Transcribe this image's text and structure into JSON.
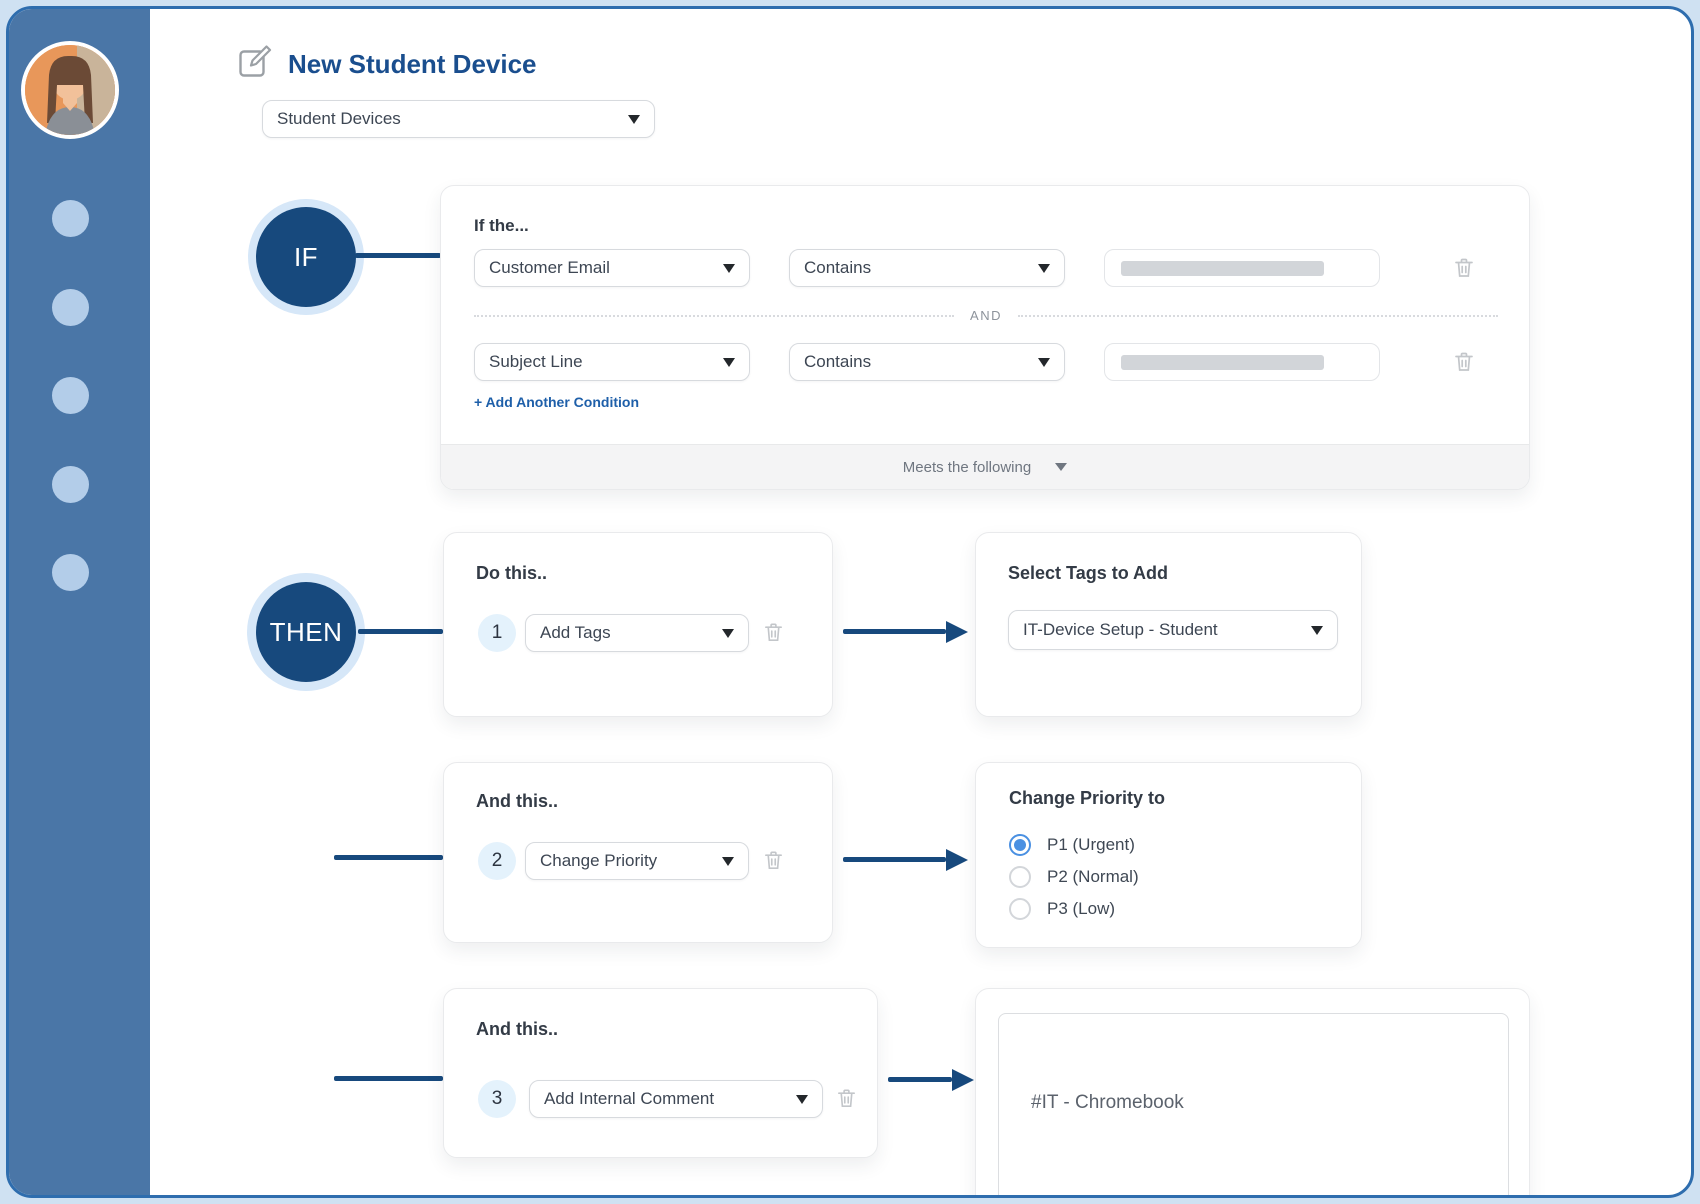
{
  "header": {
    "title": "New Student Device",
    "title_icon": "edit-compose-icon"
  },
  "ruleset_select": {
    "value": "Student Devices"
  },
  "sidebar": {
    "avatar": "user-avatar-photo",
    "nav_dots": 5
  },
  "if_block": {
    "node_label": "IF",
    "card_title": "If the...",
    "conditions": [
      {
        "field": "Customer Email",
        "operator": "Contains",
        "value_placeholder": ""
      },
      {
        "field": "Subject Line",
        "operator": "Contains",
        "value_placeholder": ""
      }
    ],
    "conjunction": "AND",
    "add_condition_label": "+ Add Another Condition",
    "footer_match_select": "Meets the following"
  },
  "then_block": {
    "node_label": "THEN",
    "actions": [
      {
        "num": "1",
        "title": "Do this..",
        "action": "Add Tags"
      },
      {
        "num": "2",
        "title": "And this..",
        "action": "Change Priority"
      },
      {
        "num": "3",
        "title": "And this..",
        "action": "Add Internal Comment"
      }
    ],
    "tags_panel": {
      "title": "Select Tags to Add",
      "value": "IT-Device Setup - Student"
    },
    "priority_panel": {
      "title": "Change Priority to",
      "options": [
        {
          "label": "P1 (Urgent)",
          "selected": true
        },
        {
          "label": "P2 (Normal)",
          "selected": false
        },
        {
          "label": "P3 (Low)",
          "selected": false
        }
      ]
    },
    "comment_panel": {
      "value": "#IT - Chromebook"
    }
  },
  "colors": {
    "frame_border": "#2e6dae",
    "sidebar_bg": "#4a76a7",
    "node_navy": "#17497d",
    "title_blue": "#1a4e8e",
    "link_blue": "#1e5fa9",
    "halo_blue": "#d6e7f8",
    "badge_blue": "#e4f2fc",
    "radio_selected": "#4a90e2",
    "footer_bg": "#f4f4f5"
  }
}
